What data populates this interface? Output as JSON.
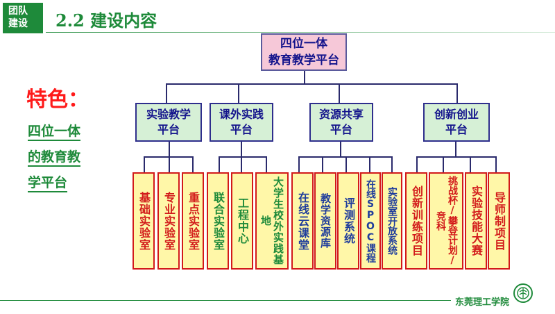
{
  "header": {
    "tag": [
      "团队",
      "建设"
    ],
    "title": "2.2 建设内容"
  },
  "left": {
    "feature": "特色：",
    "lines": [
      "四位一体",
      "的教育教",
      "学平台"
    ]
  },
  "diagram": {
    "root": [
      "四位一体",
      "教育教学平台"
    ],
    "platforms": [
      {
        "label": [
          "实验教学",
          "平台"
        ],
        "items": [
          "基础实验室",
          "专业实验室",
          "重点实验室"
        ]
      },
      {
        "label": [
          "课外实践",
          "平台"
        ],
        "items": [
          "联合实验室",
          "工程中心",
          "大学生校外实践基地"
        ]
      },
      {
        "label": [
          "资源共享",
          "平台"
        ],
        "items": [
          "在线云课堂",
          "教学资源库",
          "评测系统",
          "在线SPOC课程",
          "实验室开放系统"
        ]
      },
      {
        "label": [
          "创新创业",
          "平台"
        ],
        "items": [
          "创新训练项目",
          "挑战杯/攀登计划/竞科",
          "实验技能大赛",
          "导师制项目"
        ]
      }
    ]
  },
  "footer": {
    "school": "东莞理工学院"
  },
  "colors": {
    "accent": "#1e8a3a",
    "leaf_fill": "#fff7a8",
    "mid_fill": "#d6f0d6",
    "root_fill": "#f6c8d8"
  }
}
